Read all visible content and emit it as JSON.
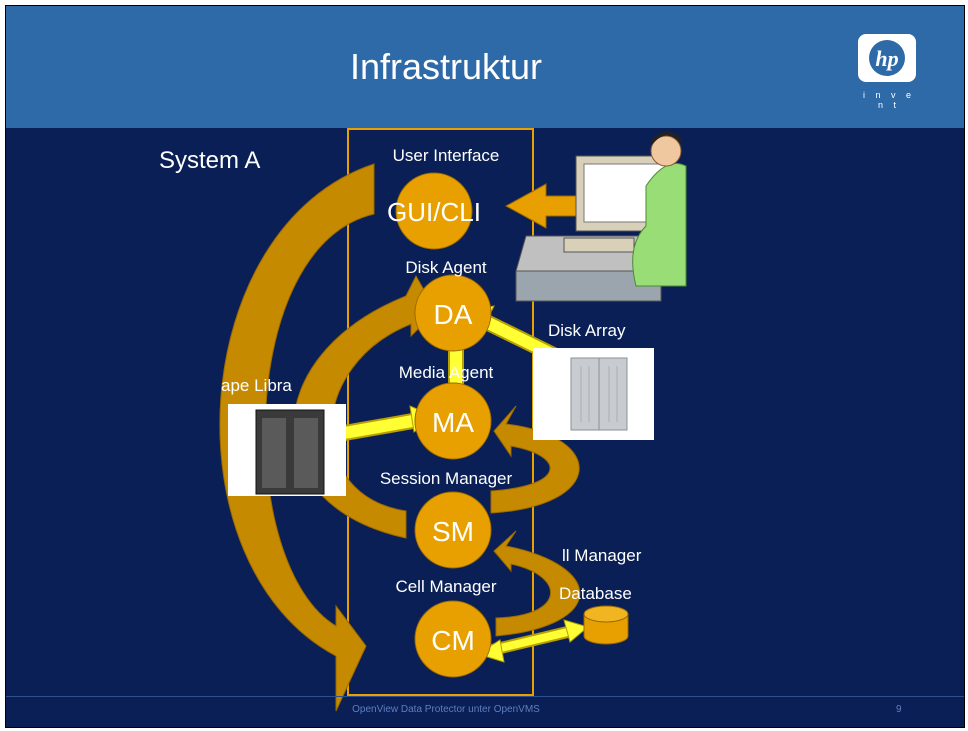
{
  "slide": {
    "title": "Infrastruktur",
    "system_label": "System A",
    "footer": "OpenView Data Protector unter OpenVMS",
    "page_number": "9"
  },
  "logo": {
    "mark": "hp",
    "tagline": "i n v e n t"
  },
  "components": {
    "gui": {
      "caption": "User Interface",
      "label": "GUI/CLI"
    },
    "da": {
      "caption": "Disk Agent",
      "label": "DA"
    },
    "ma": {
      "caption": "Media Agent",
      "label": "MA"
    },
    "sm": {
      "caption": "Session Manager",
      "label": "SM"
    },
    "cm": {
      "caption": "Cell Manager",
      "label": "CM"
    }
  },
  "peripherals": {
    "disk_array": "Disk Array",
    "tape_library": "ape Libra",
    "cm_database_1": "ll Manager",
    "cm_database_2": "Database"
  },
  "colors": {
    "header": "#2f6aa8",
    "background": "#0a1f55",
    "node": "#e8a000",
    "flow_arrow": "#c68a00",
    "data_arrow": "#ffff33",
    "frame": "#e8a000"
  }
}
